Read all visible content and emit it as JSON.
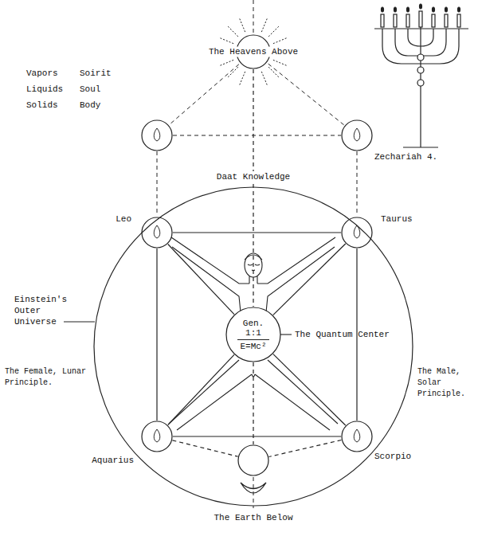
{
  "diagram": {
    "nodes": [
      {
        "text": [
          "The Heavens Above"
        ]
      },
      {
        "text": [
          "Leo"
        ]
      },
      {
        "text": [
          "Taurus"
        ]
      },
      {
        "text": [
          "Gen. 1:1",
          "E=Mc²"
        ]
      },
      {
        "text": [
          "Aquarius"
        ]
      },
      {
        "text": [
          "Scorpio"
        ]
      },
      {
        "text": [
          "The Earth Below"
        ]
      }
    ],
    "edges": [
      {
        "from": 0,
        "to": 3,
        "arrow": "none"
      },
      {
        "from": 1,
        "to": 2,
        "arrow": "none"
      },
      {
        "from": 2,
        "to": 5,
        "arrow": "none"
      },
      {
        "from": 5,
        "to": 4,
        "arrow": "none"
      },
      {
        "from": 4,
        "to": 1,
        "arrow": "none"
      },
      {
        "from": 1,
        "to": 3,
        "arrow": "none"
      },
      {
        "from": 2,
        "to": 3,
        "arrow": "none"
      },
      {
        "from": 3,
        "to": 4,
        "arrow": "none"
      },
      {
        "from": 3,
        "to": 5,
        "arrow": "none"
      },
      {
        "from": 4,
        "to": 6,
        "arrow": "none"
      },
      {
        "from": 5,
        "to": 6,
        "arrow": "none"
      },
      {
        "from": 3,
        "to": 6,
        "arrow": "none"
      }
    ],
    "labels": [
      "Vapors",
      "Soirit",
      "Liquids",
      "Soul",
      "Solids",
      "Body",
      "Zechariah 4.",
      "Daat Knowledge",
      "Einstein's Outer Universe",
      "The Quantum Center",
      "The Female, Lunar Principle.",
      "The Male, Solar Principle."
    ]
  }
}
